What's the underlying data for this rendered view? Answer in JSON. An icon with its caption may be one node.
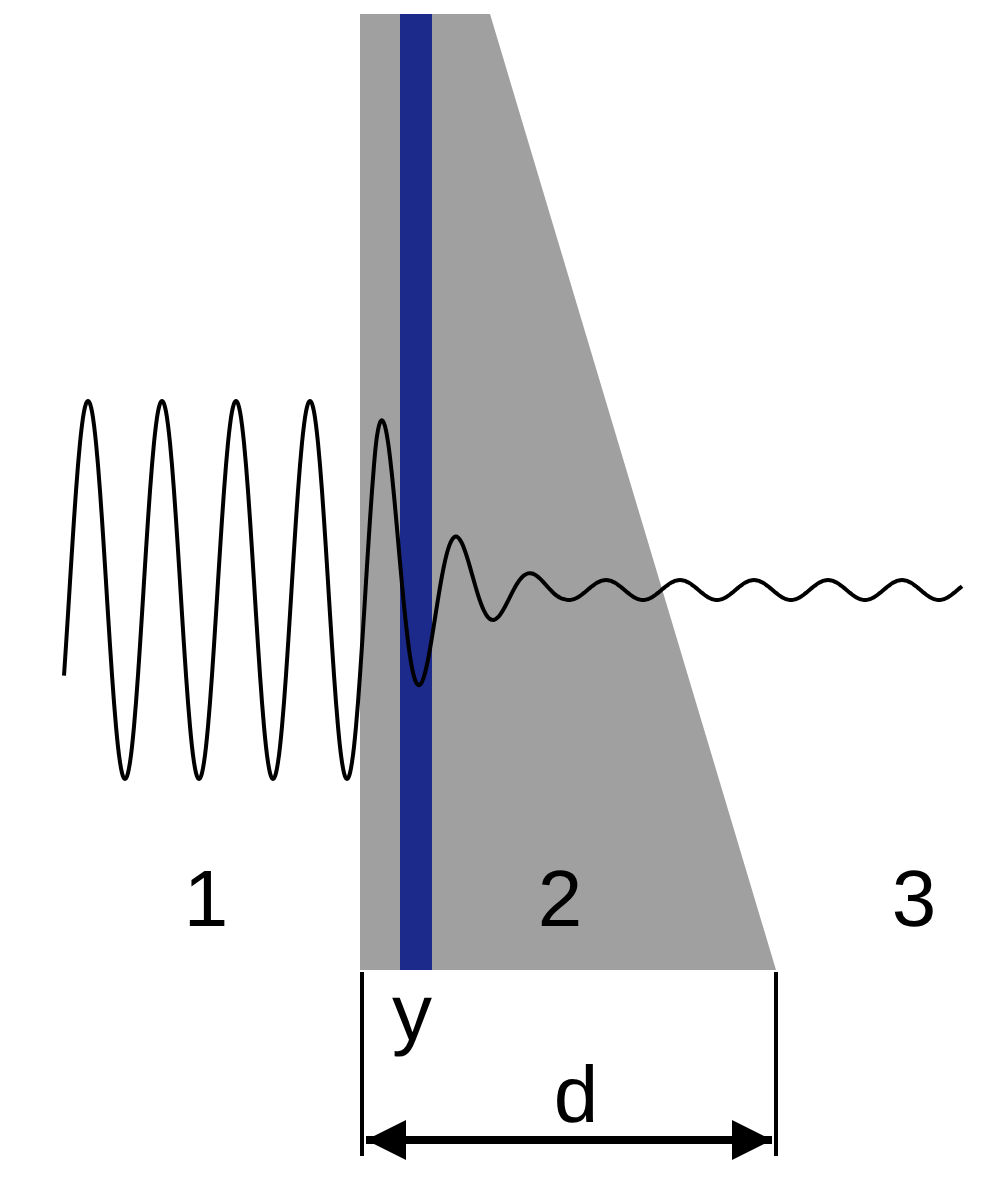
{
  "diagram": {
    "labels": [
      "1",
      "2",
      "3",
      "y",
      "d"
    ]
  }
}
